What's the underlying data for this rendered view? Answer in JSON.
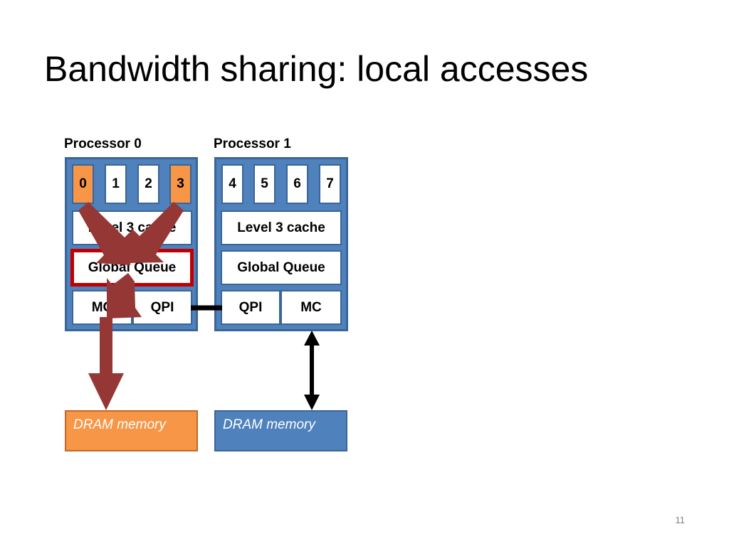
{
  "slide": {
    "title": "Bandwidth sharing: local accesses",
    "page_number": "11"
  },
  "processors": [
    {
      "label": "Processor 0",
      "cores": [
        "0",
        "1",
        "2",
        "3"
      ],
      "cache": "Level 3 cache",
      "queue": "Global Queue",
      "mc": "MC",
      "qpi": "QPI",
      "memory": "DRAM memory"
    },
    {
      "label": "Processor 1",
      "cores": [
        "4",
        "5",
        "6",
        "7"
      ],
      "cache": "Level 3 cache",
      "queue": "Global Queue",
      "mc": "MC",
      "qpi": "QPI",
      "memory": "DRAM memory"
    }
  ],
  "colors": {
    "processor_fill": "#4f81bd",
    "active_core": "#f79646",
    "local_memory": "#f79646",
    "remote_memory": "#4f81bd",
    "traffic_arrow": "#953735",
    "queue_highlight": "#c00000"
  }
}
